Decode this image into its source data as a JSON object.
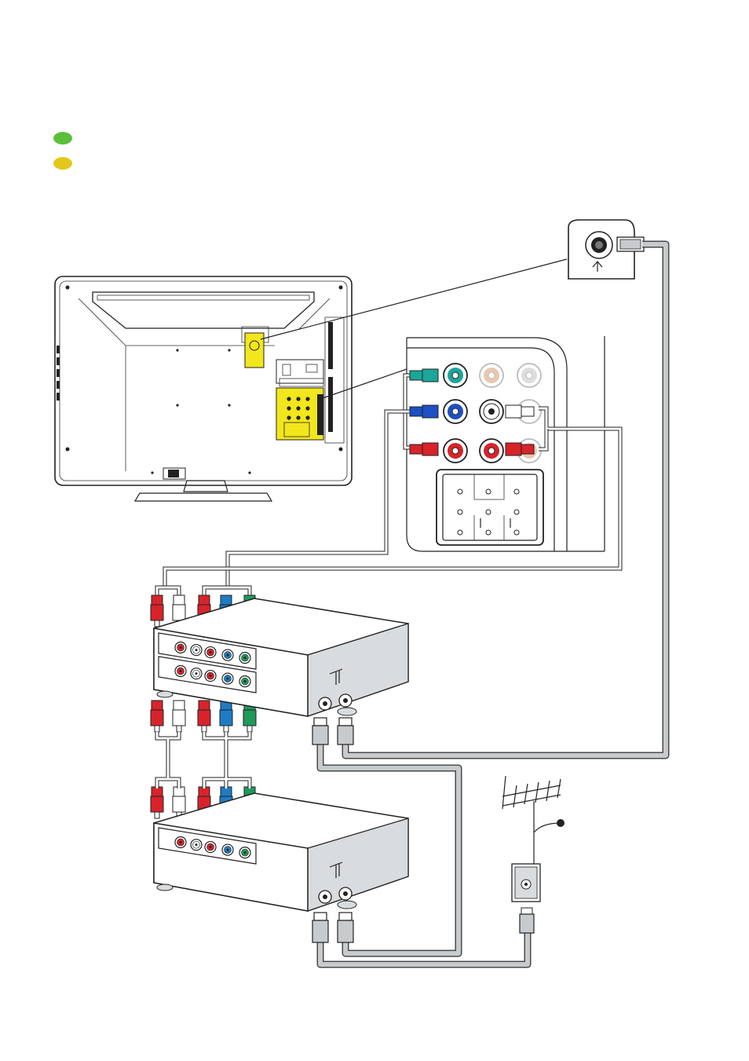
{
  "legend": [
    {
      "key": "green",
      "color": "#5cbf3a"
    },
    {
      "key": "yellow",
      "color": "#e3c81a"
    }
  ],
  "colors": {
    "red": "#d8232a",
    "white": "#ffffff",
    "blue": "#1e7cc4",
    "green": "#1e9a5a",
    "teal": "#1aa79a",
    "highlight": "#f2e61c",
    "cable_gray": "#c7cbce",
    "device_side": "#d9dcde"
  },
  "icons": [
    "tv-rear-panel",
    "antenna-wall-socket-icon",
    "rooftop-antenna-icon",
    "wall-socket-icon",
    "recorder-device",
    "set-top-box-device",
    "rca-plug-icon",
    "rf-plug-icon"
  ]
}
